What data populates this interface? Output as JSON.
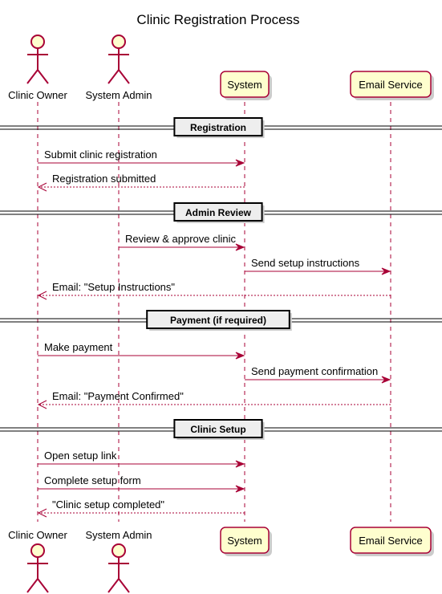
{
  "title": "Clinic Registration Process",
  "participants": [
    {
      "id": "owner",
      "name": "Clinic Owner",
      "kind": "actor"
    },
    {
      "id": "admin",
      "name": "System Admin",
      "kind": "actor"
    },
    {
      "id": "system",
      "name": "System",
      "kind": "participant"
    },
    {
      "id": "email",
      "name": "Email Service",
      "kind": "participant"
    }
  ],
  "sections": [
    {
      "label": "Registration",
      "messages": [
        {
          "from": "owner",
          "to": "system",
          "text": "Submit clinic registration",
          "style": "solid"
        },
        {
          "from": "system",
          "to": "owner",
          "text": "Registration submitted",
          "style": "dashed"
        }
      ]
    },
    {
      "label": "Admin Review",
      "messages": [
        {
          "from": "admin",
          "to": "system",
          "text": "Review & approve clinic",
          "style": "solid"
        },
        {
          "from": "system",
          "to": "email",
          "text": "Send setup instructions",
          "style": "solid"
        },
        {
          "from": "email",
          "to": "owner",
          "text": "Email: \"Setup Instructions\"",
          "style": "dashed"
        }
      ]
    },
    {
      "label": "Payment (if required)",
      "messages": [
        {
          "from": "owner",
          "to": "system",
          "text": "Make payment",
          "style": "solid"
        },
        {
          "from": "system",
          "to": "email",
          "text": "Send payment confirmation",
          "style": "solid"
        },
        {
          "from": "email",
          "to": "owner",
          "text": "Email: \"Payment Confirmed\"",
          "style": "dashed"
        }
      ]
    },
    {
      "label": "Clinic Setup",
      "messages": [
        {
          "from": "owner",
          "to": "system",
          "text": "Open setup link",
          "style": "solid"
        },
        {
          "from": "owner",
          "to": "system",
          "text": "Complete setup form",
          "style": "solid"
        },
        {
          "from": "system",
          "to": "owner",
          "text": "\"Clinic setup completed\"",
          "style": "dashed"
        }
      ]
    }
  ],
  "colors": {
    "line": "#A80036",
    "participant_fill": "#FEFECE",
    "divider_fill": "#EEEEEE"
  }
}
